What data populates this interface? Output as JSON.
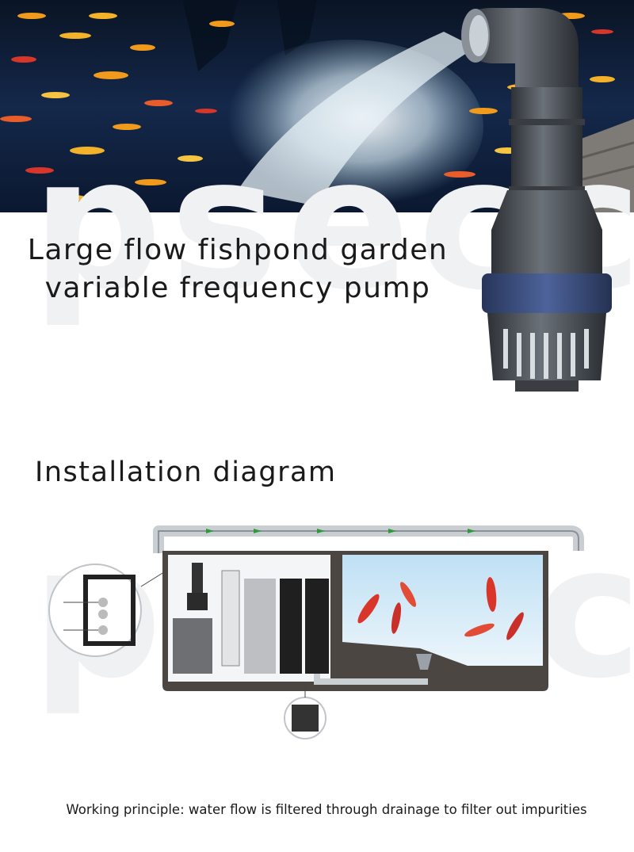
{
  "hero": {
    "title_line1": "Large flow fishpond garden",
    "title_line2": "variable frequency pump"
  },
  "watermark": {
    "text_top": "psecc",
    "text_bottom": "psecc"
  },
  "installation": {
    "title": "Installation diagram"
  },
  "caption": "Working principle: water flow is filtered through drainage to filter out impurities",
  "colors": {
    "water_dark": "#0d1b33",
    "koi_orange": "#f29a1c",
    "koi_red": "#d8362a",
    "pump_body": "#474c52",
    "pump_band": "#3b4f7f",
    "tank": "#4c4643",
    "pond_water": "#d9ecf8"
  }
}
